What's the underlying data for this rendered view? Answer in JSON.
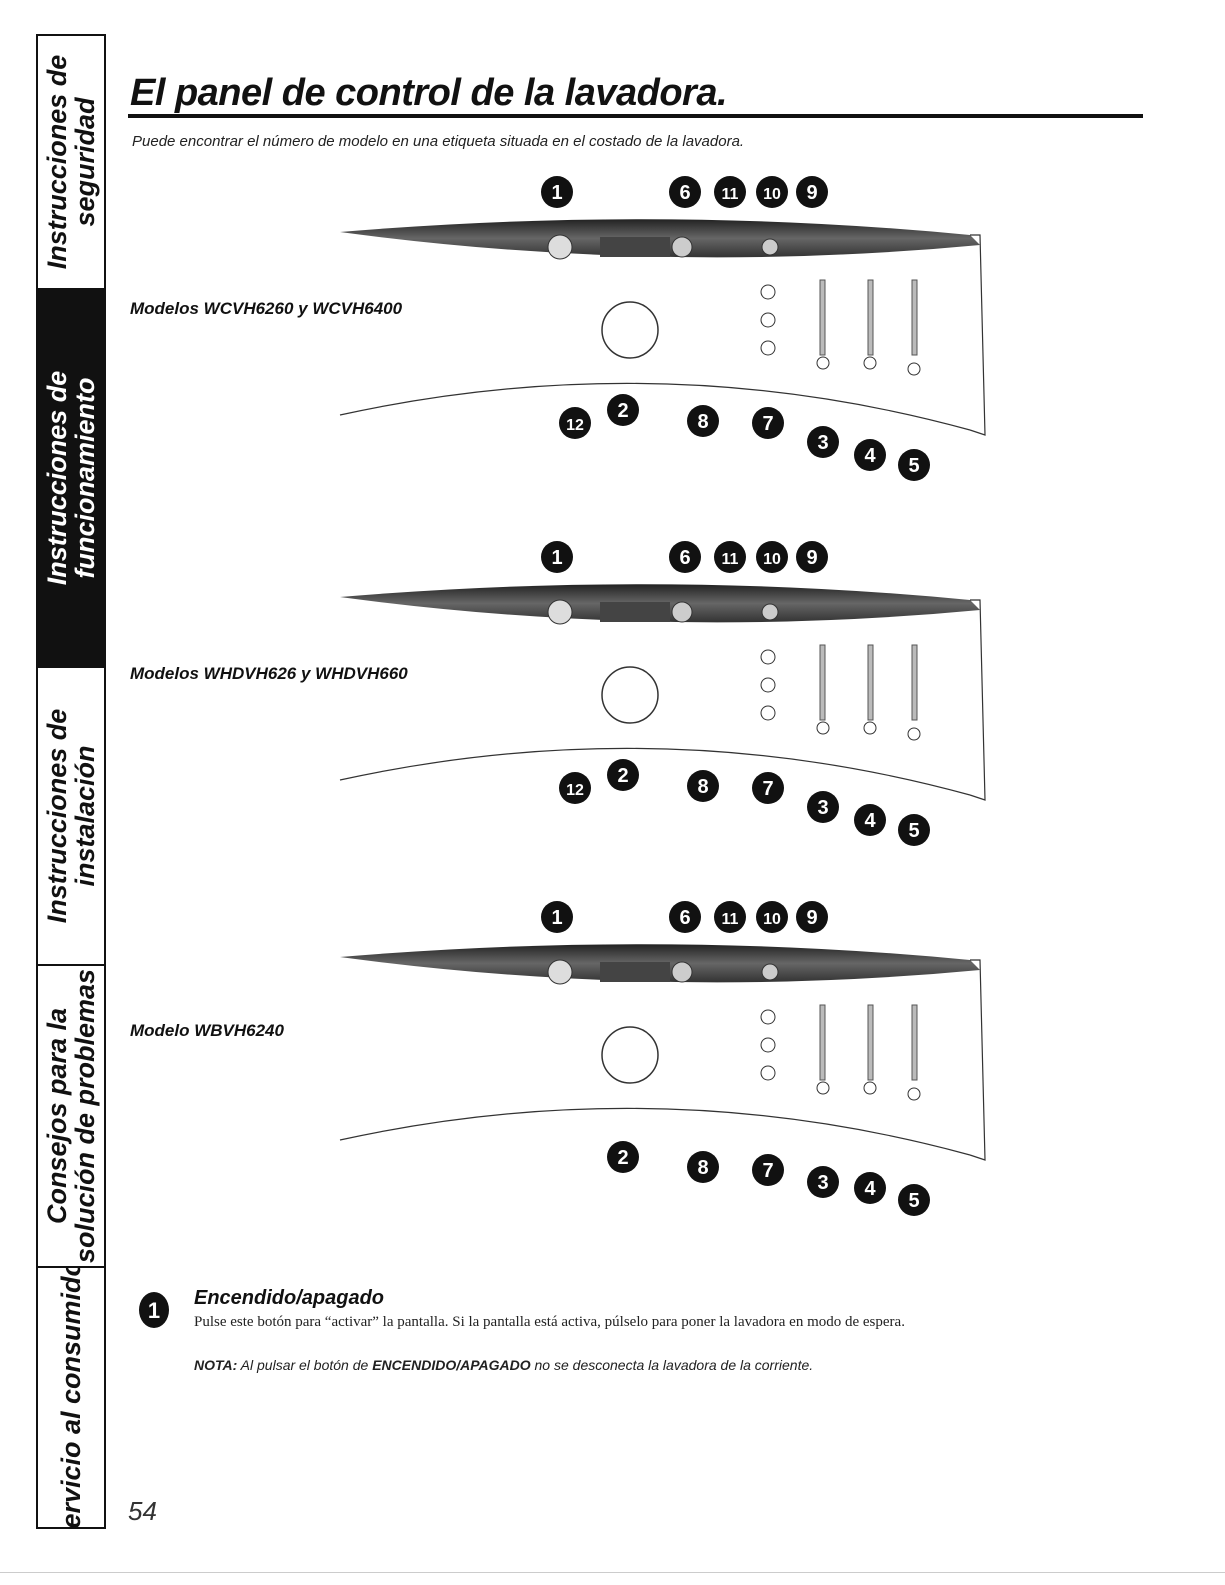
{
  "title": "El panel de control de la lavadora.",
  "subtitle": "Puede encontrar el número de modelo en una etiqueta situada en el costado de la lavadora.",
  "side_tabs": [
    {
      "label_line1": "Instrucciones de",
      "label_line2": "seguridad",
      "active": false
    },
    {
      "label_line1": "Instrucciones de",
      "label_line2": "funcionamiento",
      "active": true
    },
    {
      "label_line1": "Instrucciones de",
      "label_line2": "instalación",
      "active": false
    },
    {
      "label_line1": "Consejos para la",
      "label_line2": "solución de problemas",
      "active": false
    },
    {
      "label_line1": "Servicio al consumidor",
      "label_line2": "",
      "active": false
    }
  ],
  "models": [
    {
      "label": "Modelos WCVH6260 y WCVH6400"
    },
    {
      "label": "Modelos WHDVH626 y WHDVH660"
    },
    {
      "label": "Modelo WBVH6240"
    }
  ],
  "section": {
    "number": "1",
    "heading": "Encendido/apagado",
    "body": "Pulse este botón para “activar” la pantalla. Si la pantalla está activa, púlselo para poner la lavadora en modo de espera.",
    "note_prefix": "NOTA:",
    "note_text_1": " Al pulsar el botón de ",
    "note_bold": "ENCENDIDO/APAGADO",
    "note_text_2": " no se desconecta la lavadora de la corriente."
  },
  "page_number": "54"
}
